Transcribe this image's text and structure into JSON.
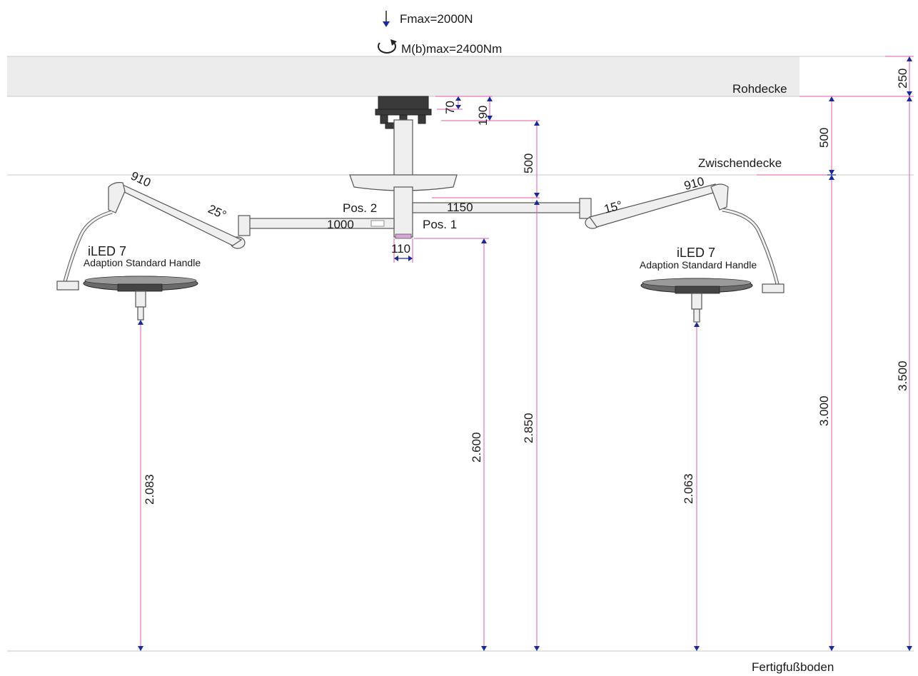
{
  "loads": {
    "fmax": "Fmax=2000N",
    "moment": "M(b)max=2400Nm"
  },
  "levels": {
    "ceiling": "Rohdecke",
    "false_ceiling": "Zwischendecke",
    "floor": "Fertigfußboden"
  },
  "left_light": {
    "name": "iLED 7",
    "adaption": "Adaption Standard Handle",
    "arm_length": "910",
    "angle": "25°",
    "height": "2.083"
  },
  "right_light": {
    "name": "iLED 7",
    "adaption": "Adaption Standard Handle",
    "arm_length": "910",
    "angle": "15°",
    "height": "2.063"
  },
  "central_axis": {
    "pos1": "Pos. 1",
    "pos2": "Pos. 2",
    "extension_left": "1000",
    "extension_right": "1150",
    "tube_diameter": "110"
  },
  "dimensions": {
    "slab_thickness": "250",
    "plate_height": "70",
    "flange_height": "190",
    "false_ceiling_gap": "500",
    "tube_length": "500",
    "hub_height": "2.600",
    "arm_height": "2.850",
    "false_ceiling_height": "3.000",
    "ceiling_height": "3.500"
  },
  "colors": {
    "dimension_line": "#e05aa8",
    "dimension_arrow": "#1a2a9c",
    "ceiling_fill": "#ececec"
  }
}
